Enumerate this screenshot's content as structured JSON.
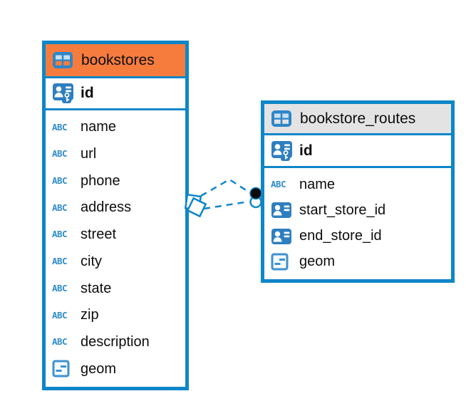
{
  "diagram": {
    "background": "#ffffff",
    "accent_blue": "#0e86c9",
    "icon_blue": "#2e7fc0",
    "text_color": "#0d0d0d"
  },
  "tables": [
    {
      "name": "bookstores",
      "header_color": "#f67c3e",
      "primary_key": {
        "label": "id"
      },
      "columns": [
        {
          "label": "name",
          "type": "text"
        },
        {
          "label": "url",
          "type": "text"
        },
        {
          "label": "phone",
          "type": "text"
        },
        {
          "label": "address",
          "type": "text"
        },
        {
          "label": "street",
          "type": "text"
        },
        {
          "label": "city",
          "type": "text"
        },
        {
          "label": "state",
          "type": "text"
        },
        {
          "label": "zip",
          "type": "text"
        },
        {
          "label": "description",
          "type": "text"
        },
        {
          "label": "geom",
          "type": "geometry"
        }
      ]
    },
    {
      "name": "bookstore_routes",
      "header_color": "#e4e3e4",
      "primary_key": {
        "label": "id"
      },
      "columns": [
        {
          "label": "name",
          "type": "text"
        },
        {
          "label": "start_store_id",
          "type": "reference"
        },
        {
          "label": "end_store_id",
          "type": "reference"
        },
        {
          "label": "geom",
          "type": "geometry"
        }
      ]
    }
  ],
  "type_icons": {
    "text": "ABC",
    "reference": "person-badge-icon",
    "geometry": "square-dash-icon",
    "primary_key": "person-key-icon"
  },
  "relationships": [
    {
      "from_table": "bookstore_routes",
      "from_column": "start_store_id",
      "to_table": "bookstores",
      "line_style": "dashed",
      "source_marker": "filled-circle",
      "target_marker": "open-diamond"
    },
    {
      "from_table": "bookstore_routes",
      "from_column": "end_store_id",
      "to_table": "bookstores",
      "line_style": "dashed",
      "source_marker": "filled-circle",
      "target_marker": "open-diamond"
    }
  ]
}
